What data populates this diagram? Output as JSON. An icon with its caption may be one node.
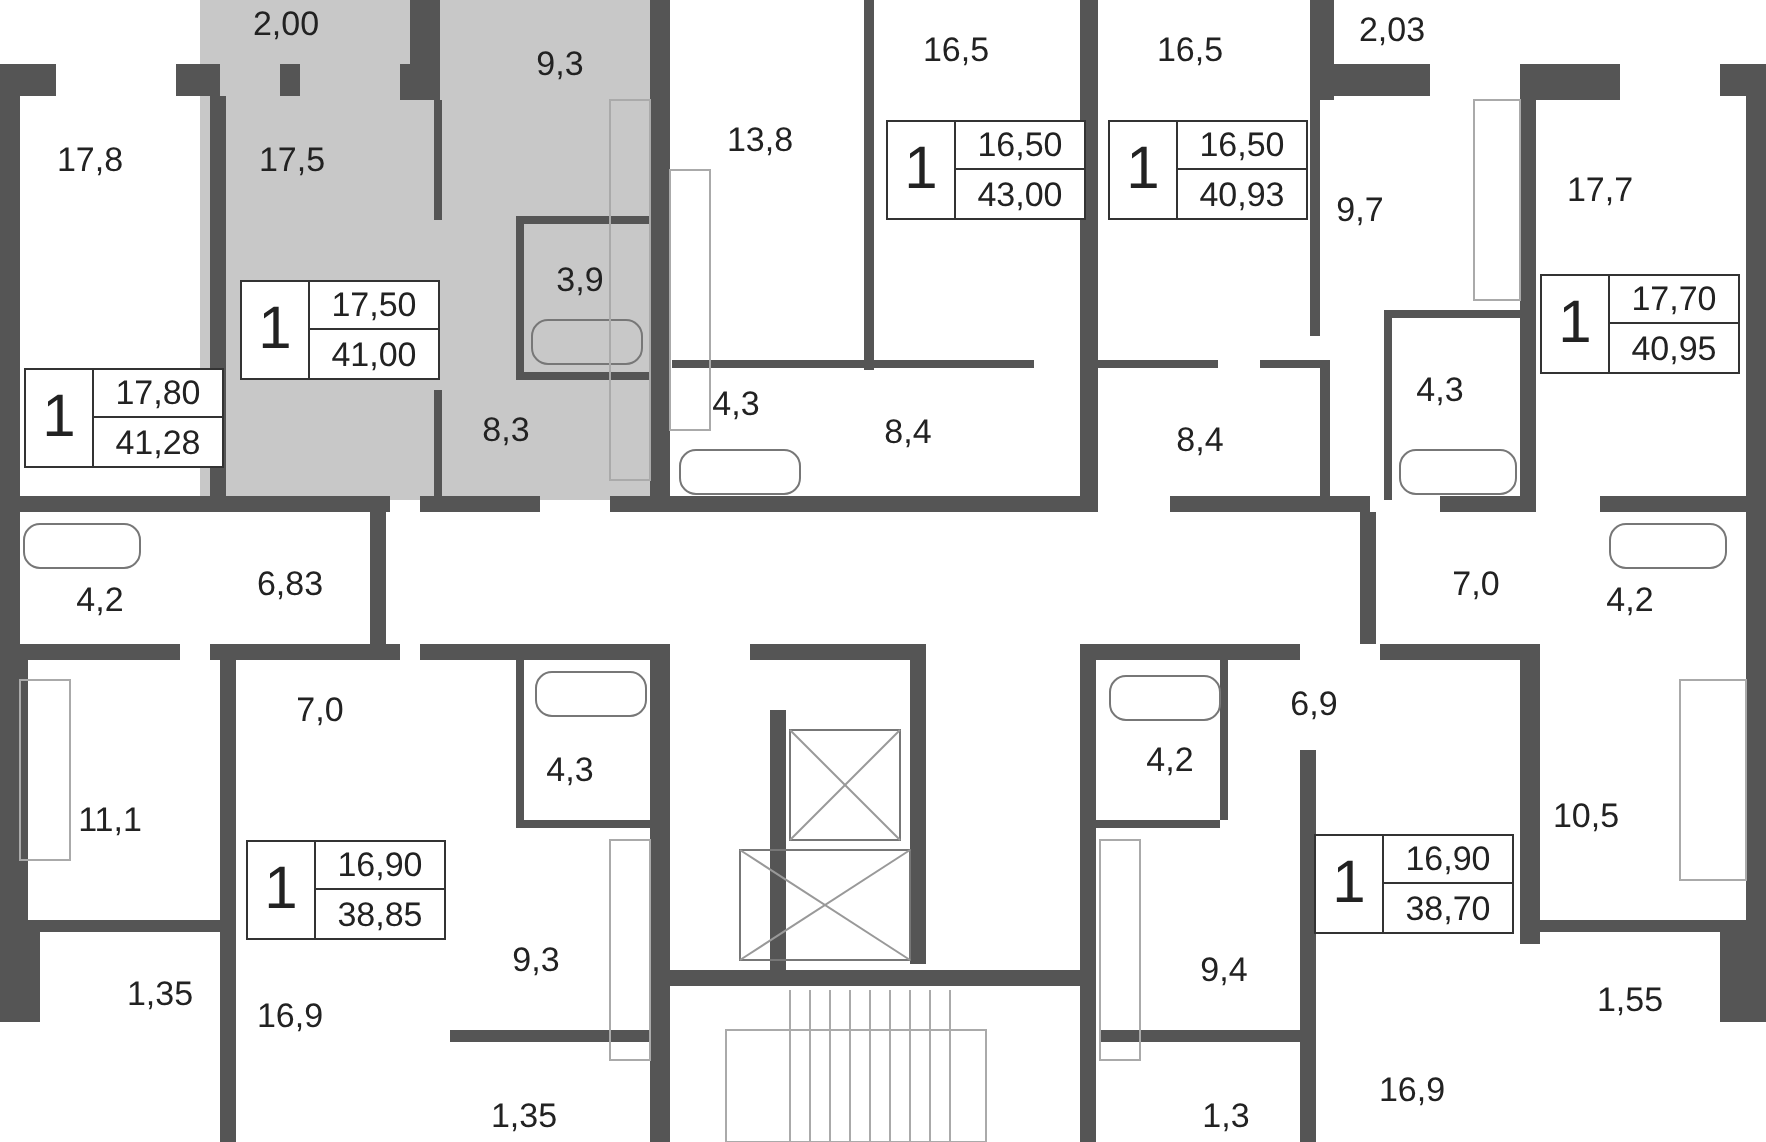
{
  "diagram": {
    "nodes": [
      {
        "text": [
          "1",
          "16,50",
          "43,00"
        ]
      },
      {
        "text": [
          "1",
          "16,50",
          "40,93"
        ]
      },
      {
        "text": [
          "1",
          "17,50",
          "41,00"
        ]
      },
      {
        "text": [
          "1",
          "17,70",
          "40,95"
        ]
      },
      {
        "text": [
          "1",
          "17,80",
          "41,28"
        ]
      },
      {
        "text": [
          "1",
          "16,90",
          "38,85"
        ]
      },
      {
        "text": [
          "1",
          "16,90",
          "38,70"
        ]
      }
    ],
    "labels": [
      "2,00",
      "9,3",
      "16,5",
      "16,5",
      "2,03",
      "17,8",
      "17,5",
      "13,8",
      "9,7",
      "17,7",
      "3,9",
      "4,3",
      "8,3",
      "8,4",
      "8,4",
      "4,3",
      "4,2",
      "6,83",
      "7,0",
      "4,2",
      "7,0",
      "6,9",
      "4,3",
      "4,2",
      "11,1",
      "10,5",
      "9,3",
      "9,4",
      "1,35",
      "1,55",
      "16,9",
      "16,9",
      "1,35",
      "1,3"
    ]
  }
}
